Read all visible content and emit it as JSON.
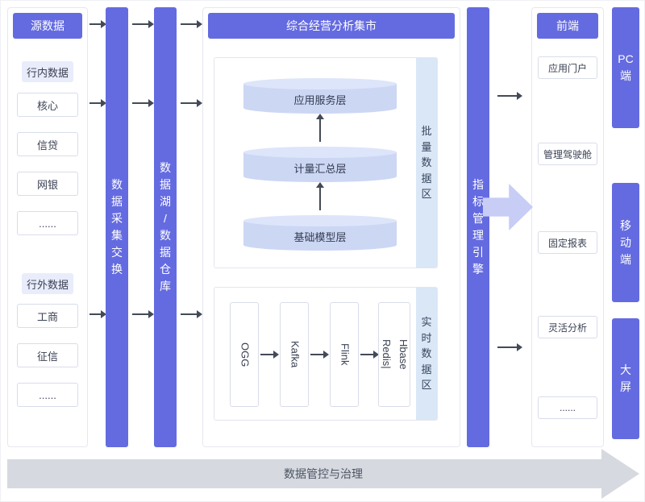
{
  "colors": {
    "purple": "#646be0",
    "arrow_purple": "#c7cdf5",
    "zone_blue": "#d9e7f7",
    "cylinder_fill": "#ccd7f4",
    "footer_gray": "#d6d9df"
  },
  "source_panel": {
    "title": "源数据",
    "internal": {
      "label": "行内数据",
      "items": [
        "核心",
        "信贷",
        "网银",
        "......"
      ]
    },
    "external": {
      "label": "行外数据",
      "items": [
        "工商",
        "征信",
        "......"
      ]
    }
  },
  "bars": {
    "collect": {
      "label": "数据采集交换",
      "lines": [
        "数",
        "据",
        "采",
        "集",
        "交",
        "换"
      ]
    },
    "lake": {
      "label": "数据湖/数据仓库",
      "lines": [
        "数",
        "据",
        "湖",
        "/",
        "数",
        "据",
        "仓",
        "库"
      ]
    },
    "engine": {
      "label": "指标管理引擎",
      "lines": [
        "指",
        "标",
        "管",
        "理",
        "引",
        "擎"
      ]
    }
  },
  "mart": {
    "title": "综合经营分析集市",
    "batch": {
      "zone_label": "批量数据区",
      "zone_lines": [
        "批",
        "量",
        "数",
        "据",
        "区"
      ],
      "layers": [
        "应用服务层",
        "计量汇总层",
        "基础模型层"
      ]
    },
    "realtime": {
      "zone_label": "实时数据区",
      "zone_lines": [
        "实",
        "时",
        "数",
        "据",
        "区"
      ],
      "components": [
        {
          "label": "OGG",
          "lines": [
            "OGG"
          ]
        },
        {
          "label": "Kafka",
          "lines": [
            "Kafka"
          ]
        },
        {
          "label": "Flink",
          "lines": [
            "Flink"
          ]
        },
        {
          "label": "Redis|Hbase",
          "lines": [
            "Redis|",
            "Hbase"
          ]
        }
      ]
    }
  },
  "frontend": {
    "title": "前端",
    "items": [
      "应用门户",
      "管理驾驶舱",
      "固定报表",
      "灵活分析",
      "......"
    ]
  },
  "channels": [
    {
      "label": "PC端",
      "lines": [
        "PC",
        "端"
      ]
    },
    {
      "label": "移动端",
      "lines": [
        "移",
        "动",
        "端"
      ]
    },
    {
      "label": "大屏",
      "lines": [
        "大",
        "屏"
      ]
    }
  ],
  "footer": {
    "label": "数据管控与治理"
  }
}
